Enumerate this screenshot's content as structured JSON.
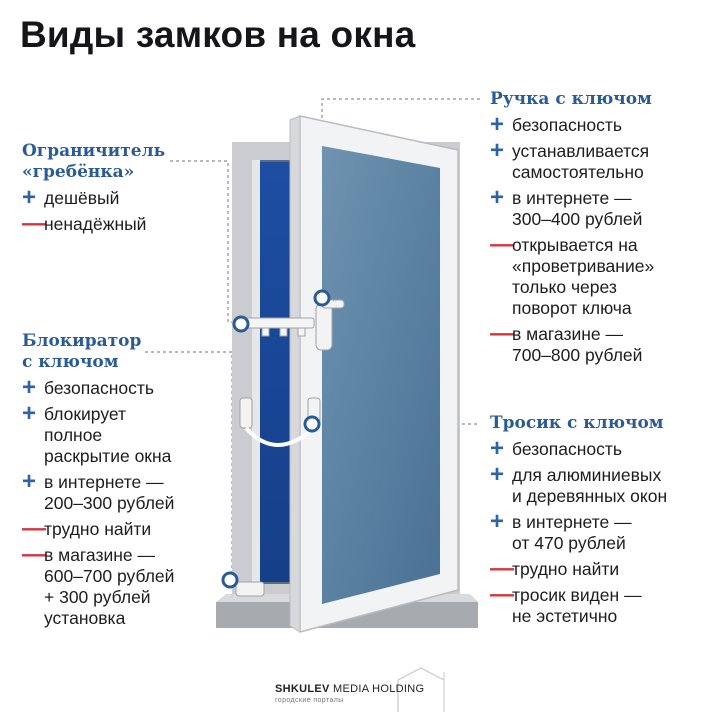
{
  "title": "Виды замков на окна",
  "blocks": {
    "limiter": {
      "title": "Ограничитель\n«гребёнка»",
      "items": [
        {
          "sign": "+",
          "text": "дешёвый"
        },
        {
          "sign": "—",
          "text": "ненадёжный"
        }
      ]
    },
    "blocker": {
      "title": "Блокиратор\nс ключом",
      "items": [
        {
          "sign": "+",
          "text": "безопасность"
        },
        {
          "sign": "+",
          "text": "блокирует\nполное\nраскрытие окна"
        },
        {
          "sign": "+",
          "text": "в интернете —\n200–300 рублей"
        },
        {
          "sign": "—",
          "text": "трудно найти"
        },
        {
          "sign": "—",
          "text": "в магазине —\n600–700 рублей\n+ 300 рублей\nустановка"
        }
      ]
    },
    "handle": {
      "title": "Ручка с ключом",
      "items": [
        {
          "sign": "+",
          "text": "безопасность"
        },
        {
          "sign": "+",
          "text": "устанавливается\nсамостоятельно"
        },
        {
          "sign": "+",
          "text": "в интернете —\n300–400 рублей"
        },
        {
          "sign": "—",
          "text": "открывается на\n«проветривание»\nтолько через\nповорот ключа"
        },
        {
          "sign": "—",
          "text": "в магазине —\n  700–800 рублей"
        }
      ]
    },
    "cable": {
      "title": "Тросик с ключом",
      "items": [
        {
          "sign": "+",
          "text": "безопасность"
        },
        {
          "sign": "+",
          "text": "для алюминиевых\nи деревянных окон"
        },
        {
          "sign": "+",
          "text": "в интернете —\nот 470 рублей"
        },
        {
          "sign": "—",
          "text": "трудно найти"
        },
        {
          "sign": "—",
          "text": "тросик виден —\nне эстетично"
        }
      ]
    }
  },
  "footer": {
    "brand_bold": "SHKULEV",
    "brand_rest": " MEDIA HOLDING",
    "subtitle": "городские порталы"
  },
  "colors": {
    "accent": "#2a5b96",
    "plus": "#2f63a8",
    "minus": "#d8323b",
    "glass": "#1f4fa6",
    "frame": "#c9cacd"
  }
}
